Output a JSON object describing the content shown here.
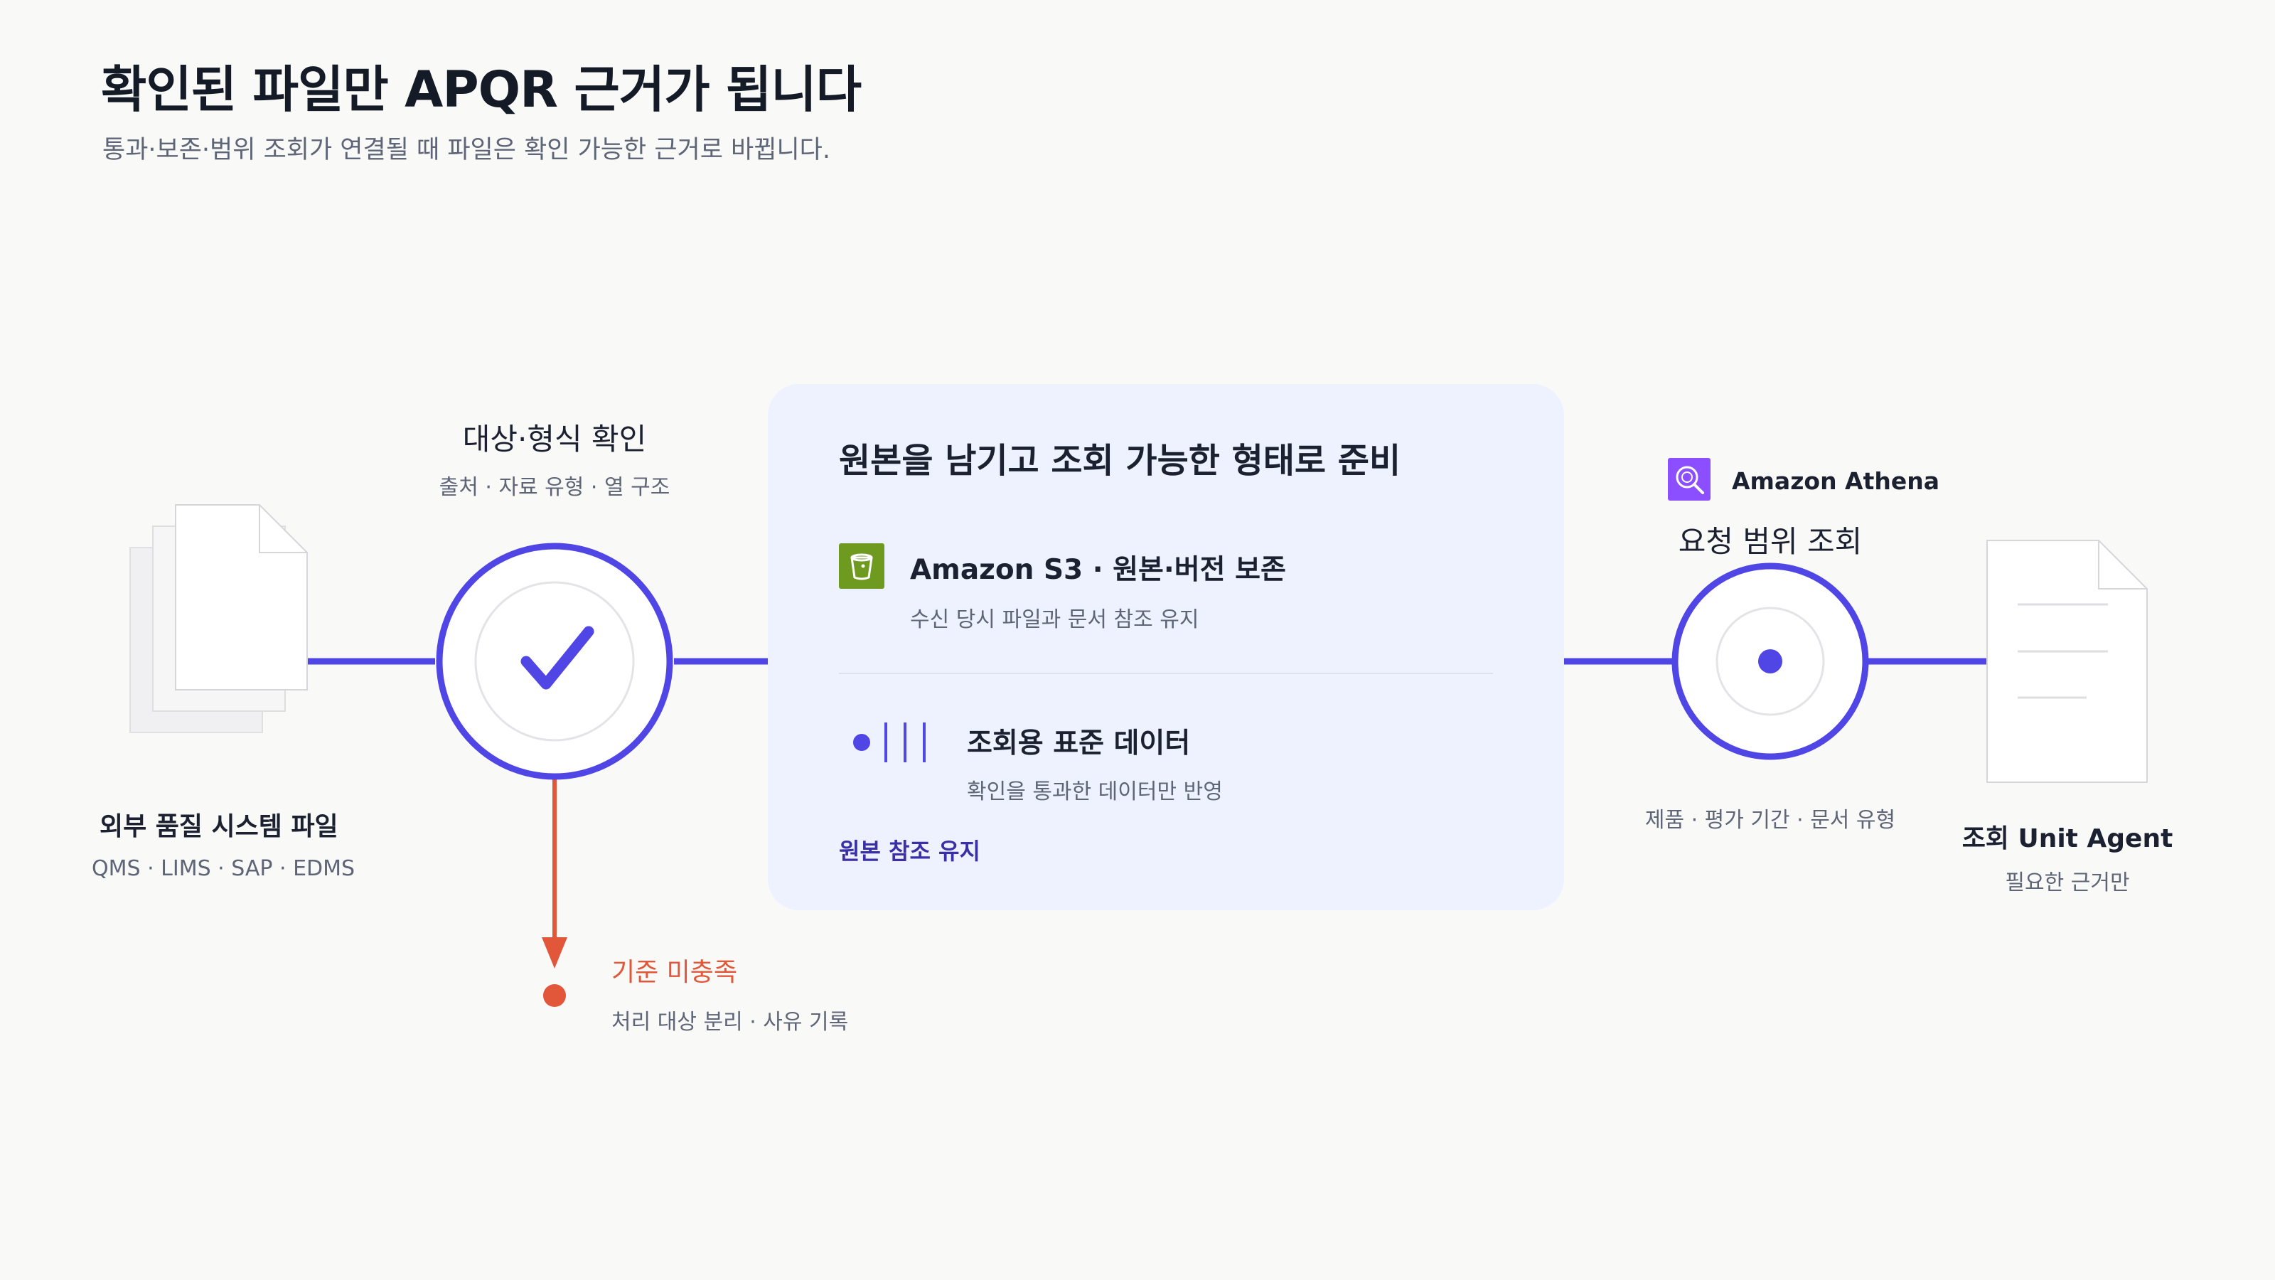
{
  "header": {
    "title": "확인된 파일만 APQR 근거가 됩니다",
    "subtitle": "통과·보존·범위 조회가 연결될 때 파일은 확인 가능한 근거로 바뀝니다."
  },
  "source": {
    "title": "외부 품질 시스템 파일",
    "subtitle": "QMS · LIMS · SAP · EDMS",
    "icon": "document-stack-icon"
  },
  "check": {
    "title": "대상·형식 확인",
    "subtitle": "출처 · 자료 유형 · 열 구조",
    "icon": "checkmark-icon"
  },
  "reject": {
    "title": "기준 미충족",
    "subtitle": "처리 대상 분리 · 사유 기록",
    "color": "#e2563a"
  },
  "panel": {
    "title": "원본을 남기고 조회 가능한 형태로 준비",
    "s3": {
      "title": "Amazon S3 · 원본·버전 보존",
      "subtitle": "수신 당시 파일과 문서 참조 유지",
      "icon": "s3-bucket-icon",
      "color": "#6e9a1f"
    },
    "standard": {
      "title": "조회용 표준 데이터",
      "subtitle": "확인을 통과한 데이터만 반영",
      "icon": "columnar-data-icon"
    },
    "keep_ref": "원본 참조 유지"
  },
  "athena": {
    "service": "Amazon Athena",
    "title": "요청 범위 조회",
    "subtitle": "제품 · 평가 기간 · 문서 유형",
    "icon": "athena-search-icon",
    "color": "#8c4fff"
  },
  "agent": {
    "title": "조회 Unit Agent",
    "subtitle": "필요한 근거만",
    "icon": "document-icon"
  },
  "colors": {
    "accent": "#4f46e5",
    "reject": "#e2563a",
    "panel_bg": "#eef2fe"
  }
}
